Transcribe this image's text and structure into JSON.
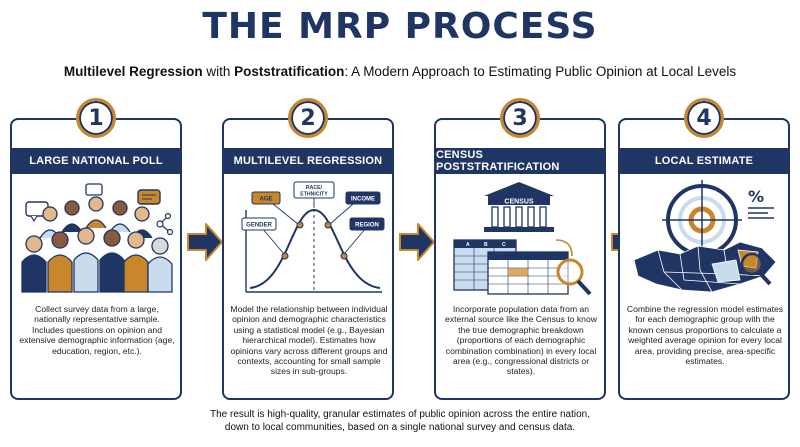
{
  "title": "THE MRP PROCESS",
  "subtitle": {
    "part1": "Multilevel Regression",
    "part2": " with ",
    "part3": "Poststratification",
    "part4": ": A Modern Approach to Estimating Public Opinion at Local Levels"
  },
  "steps": [
    {
      "number": "1",
      "heading": "LARGE NATIONAL POLL",
      "description": "Collect survey data from a large, nationally representative sample. Includes questions on opinion and extensive demographic information (age, education, region, etc.)."
    },
    {
      "number": "2",
      "heading": "MULTILEVEL REGRESSION",
      "description": "Model the relationship between individual opinion and demographic characteristics using a statistical model (e.g., Bayesian hierarchical model). Estimates how opinions vary across different groups and contexts, accounting for small sample sizes in sub-groups.",
      "labels": {
        "race_line1": "RACE/",
        "race_line2": "ETHNICITY",
        "age": "AGE",
        "income": "INCOME",
        "gender": "GENDER",
        "region": "REGION"
      }
    },
    {
      "number": "3",
      "heading": "CENSUS POSTSTRATIFICATION",
      "description": "Incorporate population data from an external source like the Census to know the true demographic breakdown (proportions of each demographic combination combination) in every local area (e.g., congressional districts or states).",
      "labels": {
        "census": "CENSUS",
        "col_a": "A",
        "col_b": "B",
        "col_c": "C"
      }
    },
    {
      "number": "4",
      "heading": "LOCAL ESTIMATE",
      "description": "Combine the regression model estimates for each demographic group with the known census proportions to calculate a weighted average opinion for every local area, providing precise, area-specific estimates.",
      "labels": {
        "percent": "%"
      }
    }
  ],
  "footer": {
    "line1": "The result is high-quality, granular estimates of public opinion across the entire nation,",
    "line2": "down to local communities, based on a single national survey and census data."
  },
  "colors": {
    "navy": "#1f3563",
    "gold": "#c9862a",
    "light_blue": "#c9dced"
  }
}
